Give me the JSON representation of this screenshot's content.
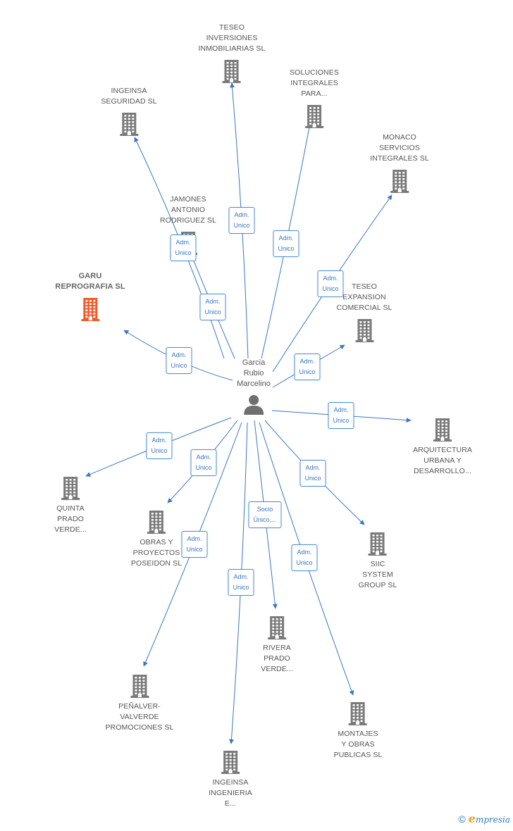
{
  "center": {
    "name": "Garcia\nRubio\nMarcelino",
    "icon": "person-icon"
  },
  "colors": {
    "edge": "#3a76c2",
    "node": "#7a7a7a",
    "highlight": "#f05a28",
    "badge_text": "#3a76c2"
  },
  "nodes": [
    {
      "id": "teseo-inv",
      "name": "TESEO\nINVERSIONES\nINMOBILIARIAS SL",
      "icon": "building-icon"
    },
    {
      "id": "soluciones",
      "name": "SOLUCIONES\nINTEGRALES\nPARA...",
      "icon": "building-icon"
    },
    {
      "id": "ingeinsa-seg",
      "name": "INGEINSA\nSEGURIDAD SL",
      "icon": "building-icon"
    },
    {
      "id": "monaco",
      "name": "MONACO\nSERVICIOS\nINTEGRALES SL",
      "icon": "building-icon"
    },
    {
      "id": "jamones",
      "name": "JAMONES\nANTONIO\nRODRIGUEZ SL",
      "icon": "building-icon"
    },
    {
      "id": "garu",
      "name": "GARU\nREPROGRAFIA SL",
      "icon": "building-icon",
      "highlight": true
    },
    {
      "id": "teseo-exp",
      "name": "TESEO\nEXPANSION\nCOMERCIAL SL",
      "icon": "building-icon"
    },
    {
      "id": "arquitectura",
      "name": "ARQUITECTURA\nURBANA Y\nDESARROLLO...",
      "icon": "building-icon"
    },
    {
      "id": "quinta",
      "name": "QUINTA\nPRADO\nVERDE...",
      "icon": "building-icon"
    },
    {
      "id": "obras",
      "name": "OBRAS Y\nPROYECTOS\nPOSEIDON SL",
      "icon": "building-icon"
    },
    {
      "id": "siic",
      "name": "SIIC\nSYSTEM\nGROUP SL",
      "icon": "building-icon"
    },
    {
      "id": "rivera",
      "name": "RIVERA\nPRADO\nVERDE...",
      "icon": "building-icon"
    },
    {
      "id": "penalver",
      "name": "PEÑALVER-\nVALVERDE\nPROMOCIONES SL",
      "icon": "building-icon"
    },
    {
      "id": "montajes",
      "name": "MONTAJES\nY OBRAS\nPUBLICAS SL",
      "icon": "building-icon"
    },
    {
      "id": "ingeinsa-ing",
      "name": "INGEINSA\nINGENIERIA\nE...",
      "icon": "building-icon"
    }
  ],
  "edges": [
    {
      "target": "teseo-inv",
      "label": "Adm.\nUnico"
    },
    {
      "target": "soluciones",
      "label": "Adm.\nUnico"
    },
    {
      "target": "ingeinsa-seg",
      "label": "Adm.\nUnico"
    },
    {
      "target": "jamones",
      "label": "Adm.\nUnico"
    },
    {
      "target": "monaco",
      "label": "Adm.\nUnico"
    },
    {
      "target": "garu",
      "label": "Adm.\nUnico"
    },
    {
      "target": "teseo-exp",
      "label": "Adm.\nUnico"
    },
    {
      "target": "arquitectura",
      "label": "Adm.\nUnico"
    },
    {
      "target": "quinta",
      "label": "Adm.\nUnico"
    },
    {
      "target": "obras",
      "label": "Adm.\nUnico"
    },
    {
      "target": "siic",
      "label": "Adm.\nUnico"
    },
    {
      "target": "rivera",
      "label": "Socio\nÚnico,..."
    },
    {
      "target": "penalver",
      "label": "Adm.\nUnico"
    },
    {
      "target": "montajes",
      "label": "Adm.\nUnico"
    },
    {
      "target": "ingeinsa-ing",
      "label": "Adm.\nUnico"
    }
  ],
  "footer": {
    "copyright": "©",
    "brand_first": "e",
    "brand_rest": "mpresia"
  }
}
